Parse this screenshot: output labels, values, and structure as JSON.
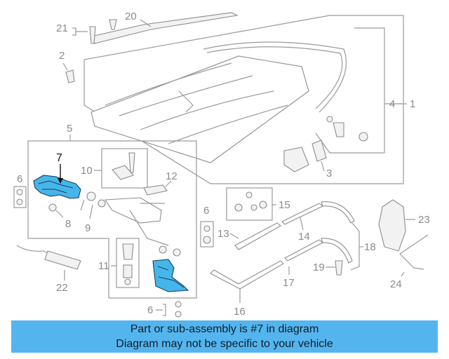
{
  "diagram": {
    "callouts": {
      "c1": "1",
      "c2": "2",
      "c3": "3",
      "c4": "4",
      "c5": "5",
      "c6a": "6",
      "c6b": "6",
      "c6c": "6",
      "c7": "7",
      "c8": "8",
      "c9": "9",
      "c10": "10",
      "c11": "11",
      "c12": "12",
      "c13": "13",
      "c14": "14",
      "c15": "15",
      "c16": "16",
      "c17": "17",
      "c18": "18",
      "c19": "19",
      "c20": "20",
      "c21": "21",
      "c22": "22",
      "c23": "23",
      "c24": "24"
    },
    "highlight_color": "#45b6ea",
    "highlighted_part": "7"
  },
  "banner": {
    "line1": "Part or sub-assembly is #7 in diagram",
    "line2": "Diagram may not be specific to your vehicle",
    "background": "#54b5ee"
  }
}
